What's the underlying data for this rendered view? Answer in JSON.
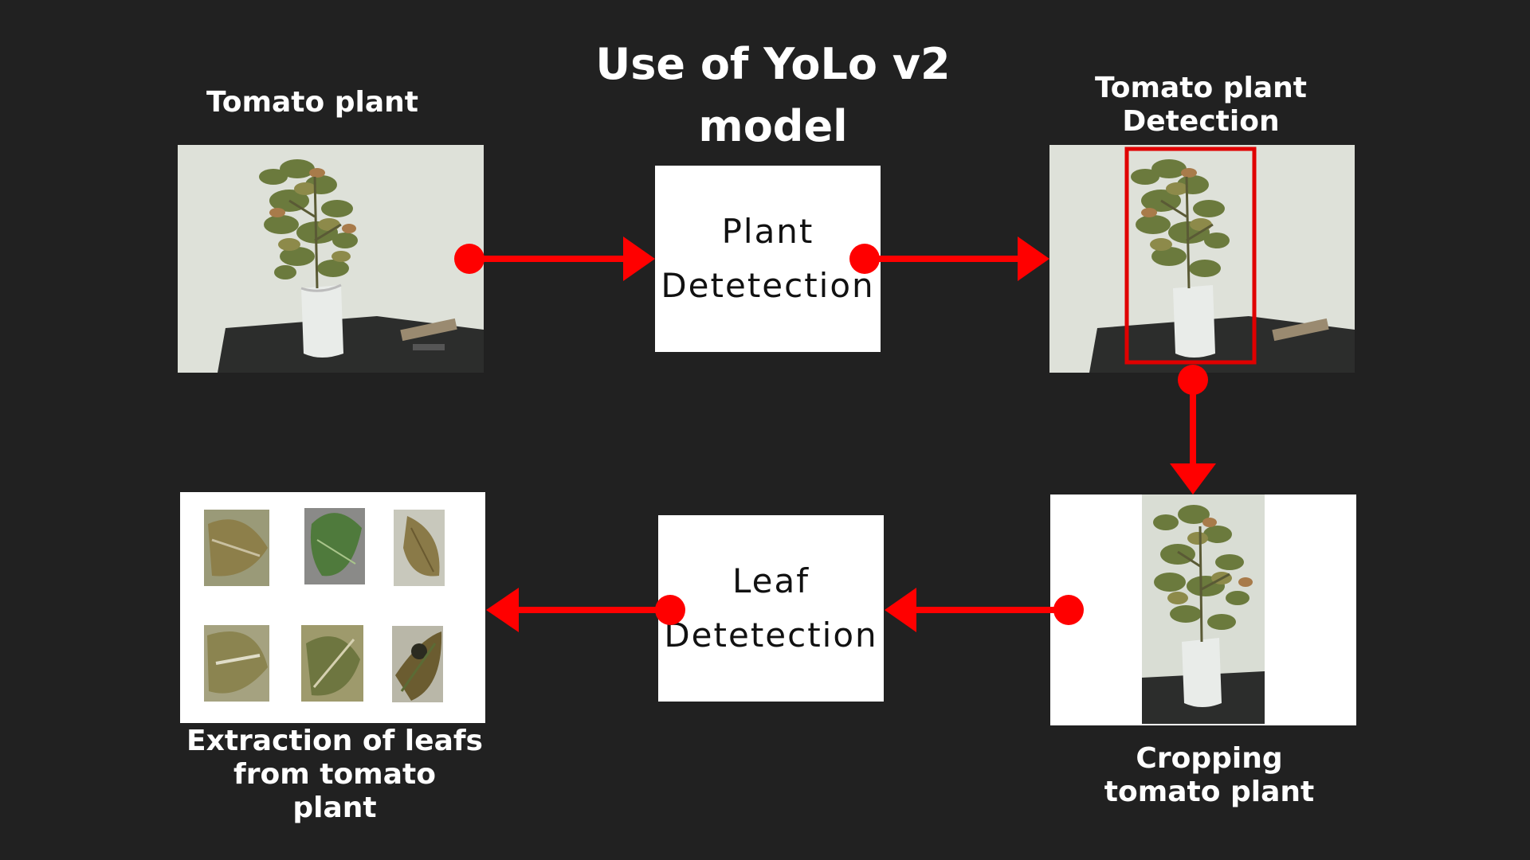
{
  "title": {
    "line1": "Use of YoLo v2",
    "line2": "model"
  },
  "captions": {
    "input_line1": "Tomato plant",
    "detection_line1": "Tomato plant",
    "detection_line2": "Detection",
    "crop_line1": "Cropping",
    "crop_line2": "tomato plant",
    "extract_line1": "Extraction of leafs",
    "extract_line2": "from tomato",
    "extract_line3": "plant"
  },
  "steps": {
    "plant_line1": "Plant",
    "plant_line2": "Detetection",
    "leaf_line1": "Leaf",
    "leaf_line2": "Detetection"
  },
  "colors": {
    "background": "#212121",
    "arrow": "#ff0000",
    "bounding_box": "#e00000",
    "box_fill": "#ffffff",
    "text": "#ffffff"
  },
  "leaf_crops": 6
}
